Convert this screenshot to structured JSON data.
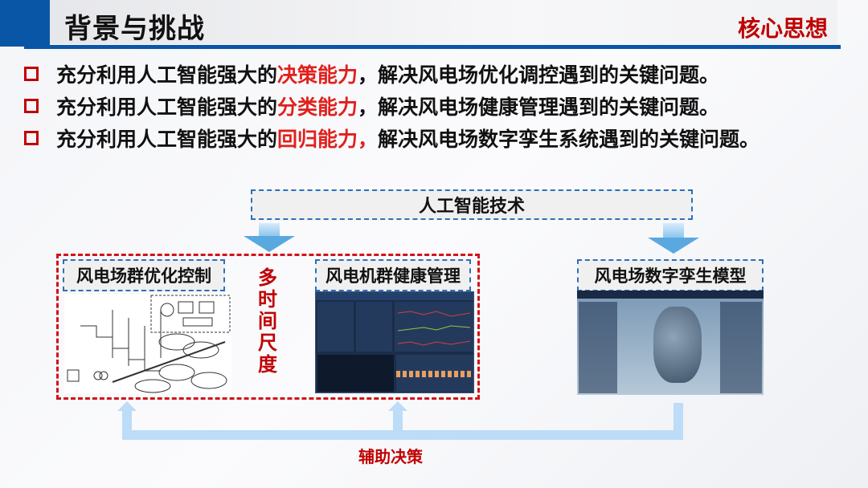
{
  "header": {
    "title": "背景与挑战",
    "tag": "核心思想"
  },
  "bullets": [
    {
      "pre": "充分利用人工智能强大的",
      "highlight": "决策能力",
      "post": "，解决风电场优化调控遇到的关键问题。"
    },
    {
      "pre": "充分利用人工智能强大的",
      "highlight": "分类能力",
      "post": "，解决风电场健康管理遇到的关键问题。"
    },
    {
      "pre": "充分利用人工智能强大的",
      "highlight": "回归能力，",
      "post": "解决风电场数字孪生系统遇到的关键问题。"
    }
  ],
  "diagram": {
    "ai_label": "人工智能技术",
    "module1": "风电场群优化控制",
    "module2": "风电机群健康管理",
    "module3": "风电场数字孪生模型",
    "multi_scale": [
      "多",
      "时",
      "间",
      "尺",
      "度"
    ],
    "feedback": "辅助决策"
  },
  "colors": {
    "brand_blue": "#0a56a6",
    "accent_red": "#c00000",
    "highlight_red": "#e0201c",
    "arrow_blue": "#5aa8e0"
  }
}
